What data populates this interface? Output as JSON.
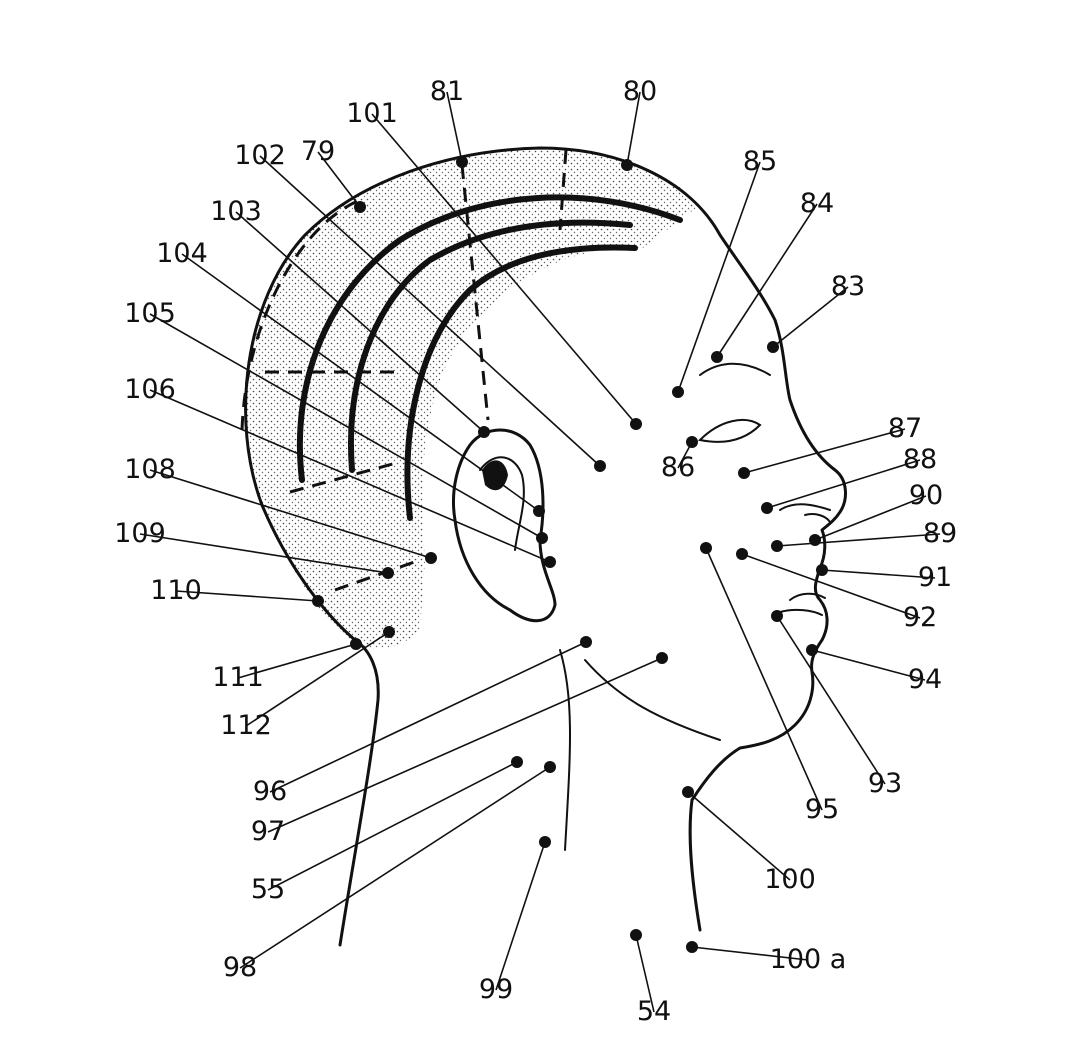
{
  "diagram": {
    "points": [
      {
        "label": "79"
      },
      {
        "label": "80"
      },
      {
        "label": "81"
      },
      {
        "label": "83"
      },
      {
        "label": "84"
      },
      {
        "label": "85"
      },
      {
        "label": "86"
      },
      {
        "label": "87"
      },
      {
        "label": "88"
      },
      {
        "label": "89"
      },
      {
        "label": "90"
      },
      {
        "label": "91"
      },
      {
        "label": "92"
      },
      {
        "label": "93"
      },
      {
        "label": "94"
      },
      {
        "label": "95"
      },
      {
        "label": "96"
      },
      {
        "label": "97"
      },
      {
        "label": "98"
      },
      {
        "label": "99"
      },
      {
        "label": "100"
      },
      {
        "label": "100 a"
      },
      {
        "label": "101"
      },
      {
        "label": "102"
      },
      {
        "label": "103"
      },
      {
        "label": "104"
      },
      {
        "label": "105"
      },
      {
        "label": "106"
      },
      {
        "label": "108"
      },
      {
        "label": "109"
      },
      {
        "label": "110"
      },
      {
        "label": "111"
      },
      {
        "label": "112"
      },
      {
        "label": "54"
      },
      {
        "label": "55"
      }
    ]
  }
}
